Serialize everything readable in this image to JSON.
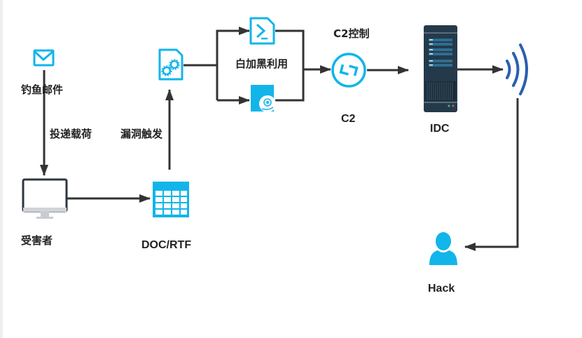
{
  "colors": {
    "accent_blue": "#12b5ea",
    "line": "#333333",
    "server_dark": "#243a4a",
    "signal_blue": "#2a5fb0"
  },
  "nodes": {
    "phishing_mail": {
      "label": "钓鱼邮件",
      "icon": "mail-icon"
    },
    "victim": {
      "label": "受害者",
      "icon": "monitor-icon"
    },
    "doc": {
      "label": "DOC/RTF",
      "icon": "table-document-icon"
    },
    "exploit_payload": {
      "label": "",
      "icon": "gear-document-icon"
    },
    "powershell": {
      "label": "",
      "icon": "terminal-icon"
    },
    "installer": {
      "label": "",
      "icon": "installer-disc-icon"
    },
    "c2": {
      "label": "C2",
      "icon": "remote-connection-icon"
    },
    "idc": {
      "label": "IDC",
      "icon": "server-tower-icon"
    },
    "signal": {
      "label": "",
      "icon": "wireless-signal-icon"
    },
    "hack": {
      "label": "Hack",
      "icon": "user-icon"
    }
  },
  "edge_labels": {
    "deliver_payload": "投递载荷",
    "vuln_trigger": "漏洞触发",
    "whitelist_abuse": "白加黑利用",
    "c2_control": "C2控制"
  }
}
